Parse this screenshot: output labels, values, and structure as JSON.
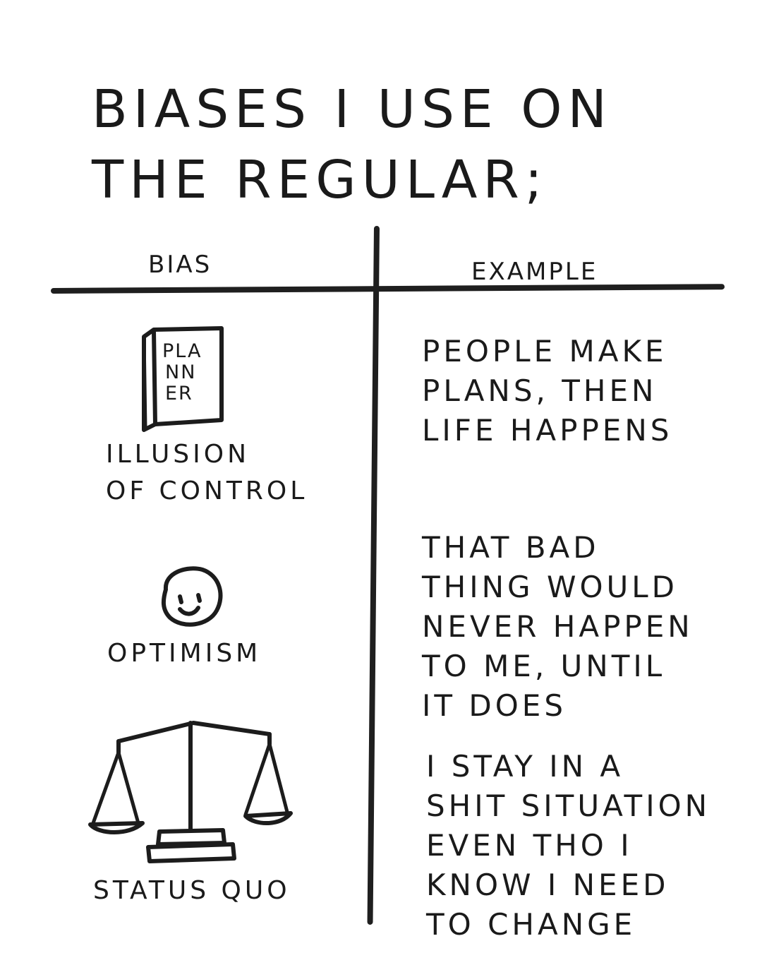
{
  "title": "BIASES I USE ON\nTHE REGULAR;",
  "columns": {
    "bias": "BIAS",
    "example": "EXAMPLE"
  },
  "rows": [
    {
      "bias": "ILLUSION\nOF CONTROL",
      "example": "PEOPLE MAKE\nPLANS, THEN\nLIFE HAPPENS",
      "icon": "planner-book-icon",
      "icon_text": [
        "PLA",
        "NN",
        "ER"
      ]
    },
    {
      "bias": "OPTIMISM",
      "example": "THAT BAD\nTHING WOULD\nNEVER HAPPEN\nTO ME, UNTIL\nIT DOES",
      "icon": "smiley-face-icon"
    },
    {
      "bias": "STATUS QUO",
      "example": "I STAY IN A\nSHIT SITUATION\nEVEN THO I\nKNOW I NEED\nTO CHANGE",
      "icon": "balance-scales-icon"
    }
  ]
}
